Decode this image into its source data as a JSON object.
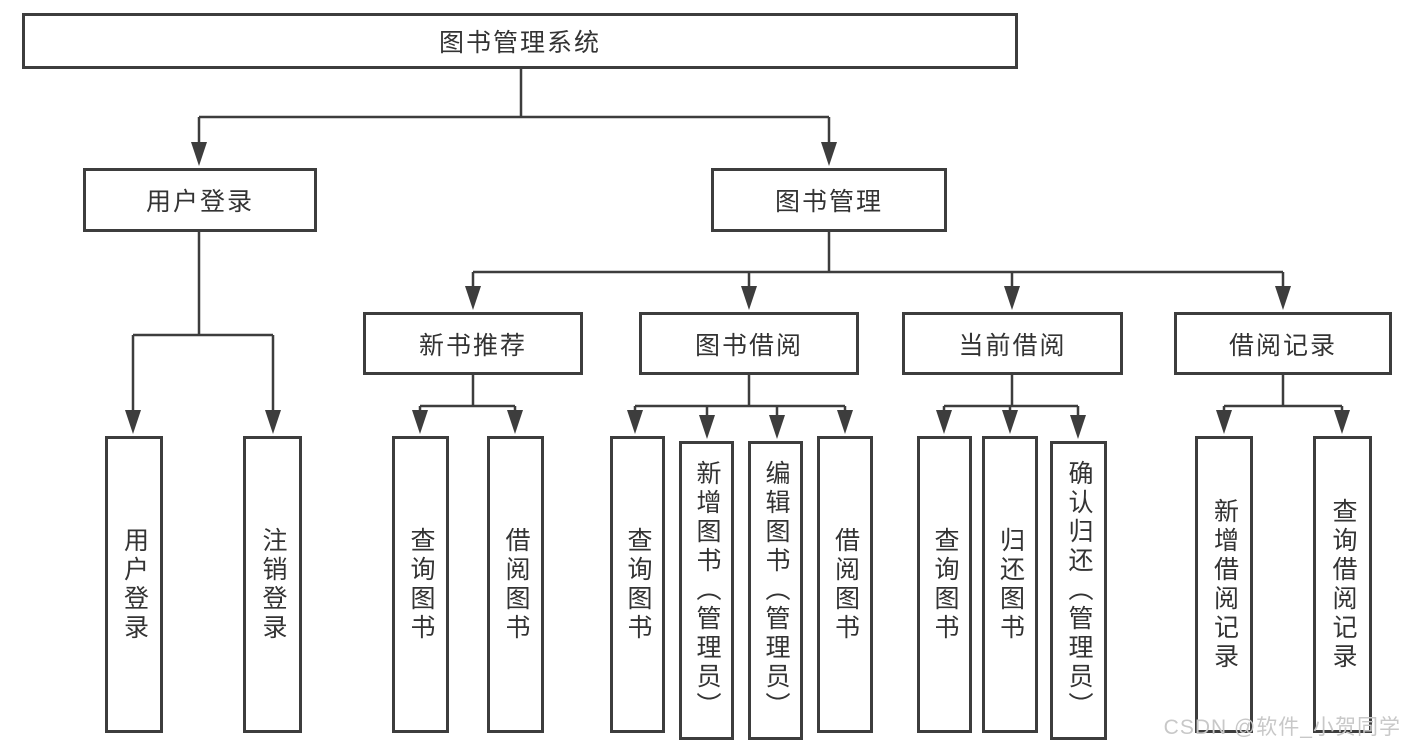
{
  "tree": {
    "root": "图书管理系统",
    "level2": [
      "用户登录",
      "图书管理"
    ],
    "level3": [
      "新书推荐",
      "图书借阅",
      "当前借阅",
      "借阅记录"
    ],
    "leaves": [
      "用户登录",
      "注销登录",
      "查询图书",
      "借阅图书",
      "查询图书",
      "新增图书（管理员）",
      "编辑图书（管理员）",
      "借阅图书",
      "查询图书",
      "归还图书",
      "确认归还（管理员）",
      "新增借阅记录",
      "查询借阅记录"
    ]
  },
  "watermark": "CSDN @软件_小贺同学",
  "colors": {
    "line": "#3d3d3d",
    "box_border": "#3d3d3d",
    "text": "#333333",
    "watermark": "#c8c8c8",
    "background": "#ffffff"
  }
}
